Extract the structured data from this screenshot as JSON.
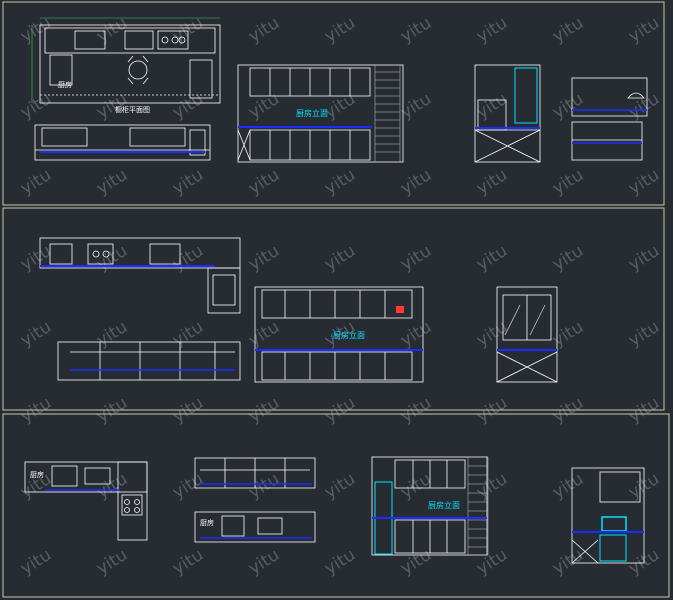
{
  "watermark": "yitu",
  "colors": {
    "background": "#272b32",
    "frame": "#c9c9a8",
    "line": "#ffffff",
    "counter": "#1a2cff",
    "accent": "#00e5ff",
    "dim": "#3ecf5a",
    "hatch": "#c8c8c8",
    "red": "#ff3b2f"
  },
  "labels": {
    "plan1_title": "橱柜平面图",
    "elev1_title": "厨房立面",
    "elev2_title": "厨房立面",
    "elev3_title": "厨房立面",
    "plan1_room": "厨房",
    "plan3_room": "厨房",
    "plan3_room2": "厨房"
  }
}
